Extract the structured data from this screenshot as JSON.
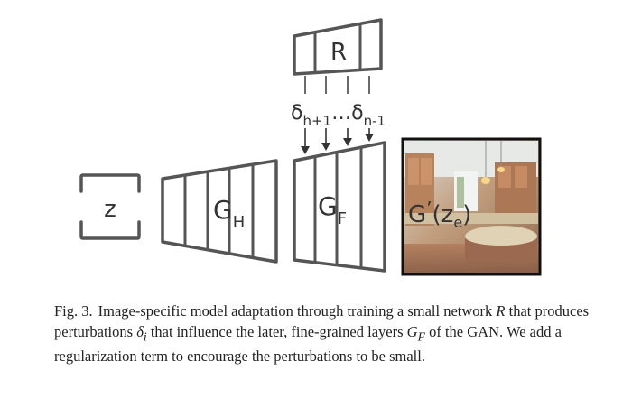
{
  "diagram": {
    "z_label": "z",
    "gh_main": "G",
    "gh_sub": "H",
    "gf_main": "G",
    "gf_sub": "F",
    "r_label": "R",
    "delta_left_main": "δ",
    "delta_left_sub": "h+1",
    "delta_dots": "…",
    "delta_right_main": "δ",
    "delta_right_sub": "n-1",
    "output_main": "G",
    "output_prime": "’",
    "output_open": "(",
    "output_var": "z",
    "output_sub": "e",
    "output_close": ")"
  },
  "caption": {
    "lead": "Fig. 3.",
    "part1": "Image-specific model adaptation through training a small network ",
    "r_symbol": "R",
    "part2": " that produces perturbations ",
    "delta_symbol": "δ",
    "delta_sub": "i",
    "part3": " that influence the later, fine-grained layers ",
    "g_symbol": "G",
    "g_sub": "F",
    "part4": " of the GAN. We add a regularization term to encourage the perturbations to be small."
  },
  "colors": {
    "stroke": "#4a4a4a",
    "text": "#222222"
  }
}
